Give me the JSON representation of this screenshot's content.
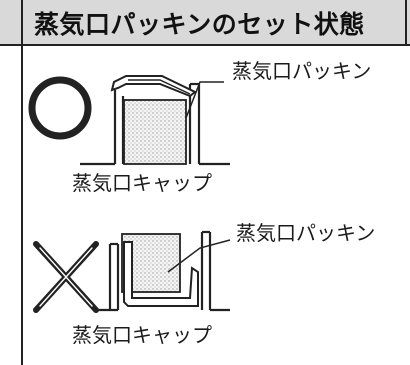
{
  "title": "蒸気口パッキンのセット状態",
  "correct": {
    "symbol": "circle-ok-icon",
    "packing_label": "蒸気口パッキン",
    "cap_label": "蒸気口キャップ"
  },
  "incorrect": {
    "symbol": "cross-ng-icon",
    "packing_label": "蒸気口パッキン",
    "cap_label": "蒸気口キャップ"
  },
  "colors": {
    "line": "#222222",
    "title_bg": "#d9d9d9",
    "stipple": "#b8b8b8"
  }
}
